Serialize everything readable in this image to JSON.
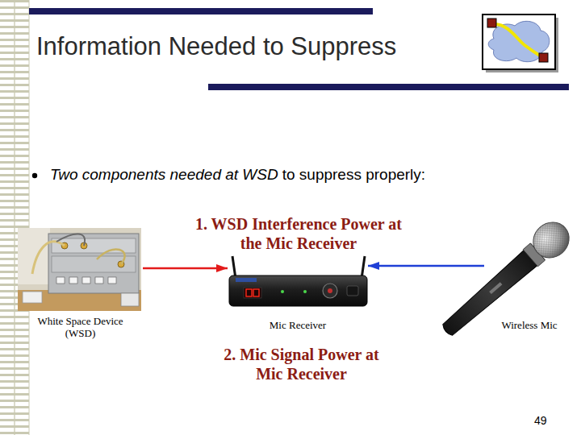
{
  "diagram": {
    "title": "Information Needed to Suppress",
    "nodes": [
      {
        "text": [
          "White Space Device (WSD)"
        ]
      },
      {
        "text": [
          "Mic Receiver"
        ]
      },
      {
        "text": [
          "Wireless Mic"
        ]
      }
    ],
    "edges": [
      {
        "from": 0,
        "to": 1,
        "arrow": "to",
        "label": "1. WSD Interference Power at the Mic Receiver"
      },
      {
        "from": 2,
        "to": 1,
        "arrow": "to",
        "label": "2. Mic Signal Power at Mic Receiver"
      }
    ],
    "labels": [
      "Two components needed at WSD",
      "to suppress properly:",
      "49"
    ]
  }
}
